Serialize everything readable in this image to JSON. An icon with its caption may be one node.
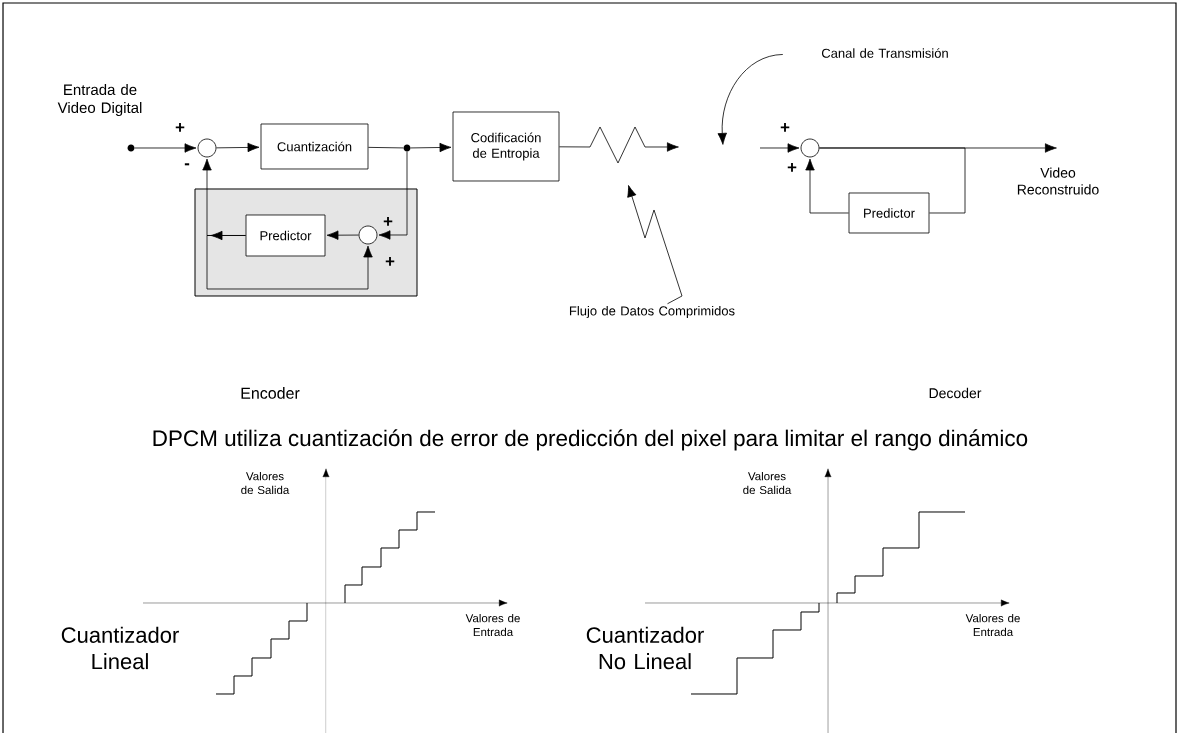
{
  "diagram": {
    "nodes": [
      {
        "text": [],
        "shape": "dot",
        "beside": [
          "Entrada de Video Digital"
        ]
      },
      {
        "text": [],
        "shape": "circle"
      },
      {
        "text": [
          "Cuantización"
        ]
      },
      {
        "text": [],
        "shape": "dot"
      },
      {
        "text": [
          "Codificación de Entropia"
        ]
      },
      {
        "text": [],
        "shape": "box"
      },
      {
        "text": [
          "Predictor"
        ],
        "in": 5
      },
      {
        "text": [],
        "shape": "circle",
        "in": 5
      },
      {
        "text": [
          "Canal de Transmisión"
        ]
      },
      {
        "text": [],
        "shape": "circle"
      },
      {
        "text": [
          "Predictor"
        ]
      },
      {
        "text": [
          "Flujo de Datos Comprimidos"
        ]
      },
      {
        "text": [
          "Video Reconstruido"
        ]
      }
    ],
    "edges": [
      {
        "from": 0,
        "to": 1,
        "arrow": "to"
      },
      {
        "from": 1,
        "to": 2,
        "arrow": "to"
      },
      {
        "from": 2,
        "to": 3,
        "arrow": "none"
      },
      {
        "from": 3,
        "to": 4,
        "arrow": "to"
      },
      {
        "from": 3,
        "to": 7,
        "arrow": "to"
      },
      {
        "from": 7,
        "to": 6,
        "arrow": "to"
      },
      {
        "from": 6,
        "to": 1,
        "arrow": "to"
      },
      {
        "from": 6,
        "to": 7,
        "arrow": "to"
      },
      {
        "from": 4,
        "to": null,
        "arrow": "to"
      },
      {
        "from": null,
        "to": 9,
        "arrow": "to"
      },
      {
        "from": 9,
        "to": 12,
        "arrow": "to"
      },
      {
        "from": 9,
        "to": 10,
        "arrow": "none"
      },
      {
        "from": 10,
        "to": 9,
        "arrow": "to"
      },
      {
        "from": 8,
        "to": null,
        "arrow": "to"
      },
      {
        "from": 11,
        "to": null,
        "arrow": "to"
      }
    ],
    "labels": [
      "+",
      "+",
      "-",
      "+",
      "+",
      "+",
      "Encoder",
      "Decoder",
      "DPCM utiliza cuantización de error de predicción del pixel para limitar el rango dinámico",
      "Valores de Salida",
      "Valores de Salida",
      "Valores de Entrada",
      "Cuantizador Lineal",
      "Valores de Entrada",
      "Cuantizador No Lineal"
    ]
  }
}
